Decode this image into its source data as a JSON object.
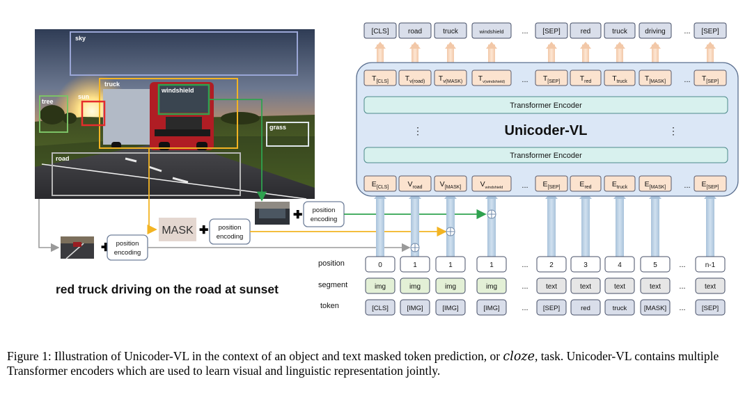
{
  "photo": {
    "labels": {
      "sky": "sky",
      "truck": "truck",
      "windshield": "windshield",
      "tree": "tree",
      "sun": "sun",
      "grass": "grass",
      "road": "road"
    }
  },
  "inputs": {
    "mask_label": "MASK",
    "position_encoding_line1": "position",
    "position_encoding_line2": "encoding"
  },
  "sentence": "red truck driving on the road at sunset",
  "model": {
    "title": "Unicoder-VL",
    "encoder_label": "Transformer Encoder",
    "ellipsis": "...",
    "vdots": "⋮"
  },
  "outputs": [
    "[CLS]",
    "road",
    "truck",
    "windshield",
    "[SEP]",
    "red",
    "truck",
    "driving",
    "[SEP]"
  ],
  "t_row": [
    {
      "base": "T",
      "sub": "[CLS]"
    },
    {
      "base": "T",
      "sub": "v(road)"
    },
    {
      "base": "T",
      "sub": "v(MASK)"
    },
    {
      "base": "T",
      "sub": "v(windshield)"
    },
    {
      "base": "T",
      "sub": "[SEP]"
    },
    {
      "base": "T",
      "sub": "red"
    },
    {
      "base": "T",
      "sub": "truck"
    },
    {
      "base": "T",
      "sub": "[MASK]"
    },
    {
      "base": "T",
      "sub": "[SEP]"
    }
  ],
  "e_row": [
    {
      "base": "E",
      "sub": "[CLS]"
    },
    {
      "base": "V",
      "sub": "road"
    },
    {
      "base": "V",
      "sub": "[MASK]"
    },
    {
      "base": "V",
      "sub": "windshield"
    },
    {
      "base": "E",
      "sub": "[SEP]"
    },
    {
      "base": "E",
      "sub": "red"
    },
    {
      "base": "E",
      "sub": "truck"
    },
    {
      "base": "E",
      "sub": "[MASK]"
    },
    {
      "base": "E",
      "sub": "[SEP]"
    }
  ],
  "row_labels": {
    "position": "position",
    "segment": "segment",
    "token": "token"
  },
  "position_row": [
    "0",
    "1",
    "1",
    "1",
    "2",
    "3",
    "4",
    "5",
    "n-1"
  ],
  "segment_row": [
    "img",
    "img",
    "img",
    "img",
    "text",
    "text",
    "text",
    "text",
    "text"
  ],
  "token_row": [
    "[CLS]",
    "[IMG]",
    "[IMG]",
    "[IMG]",
    "[SEP]",
    "red",
    "truck",
    "[MASK]",
    "[SEP]"
  ],
  "caption": {
    "prefix": "Figure 1: Illustration of Unicoder-VL in the context of an object and text masked token prediction, or ",
    "italic": "cloze",
    "suffix": ", task. Unicoder-VL contains multiple Transformer encoders which are used to learn visual and linguistic representation jointly."
  },
  "colors": {
    "token_box": "#d9deea",
    "token_border": "#444d66",
    "peach": "#fbe3cf",
    "peach_border": "#5a5a6a",
    "panel": "#dbe7f6",
    "panel_border": "#5b6f8f",
    "encoder": "#d8f1ee",
    "encoder_border": "#4d8a8a",
    "img_seg": "#e3f0d6",
    "text_seg": "#e6e6e6",
    "pipe": "#b9cfe3",
    "sky_box": "#9aa6d6",
    "truck_box": "#f3b423",
    "windshield_box": "#2fa24f",
    "tree_box": "#7cc266",
    "sun_box": "#e52c2c",
    "grass_box": "#dfe7ea",
    "road_box": "#b7b7b7"
  }
}
